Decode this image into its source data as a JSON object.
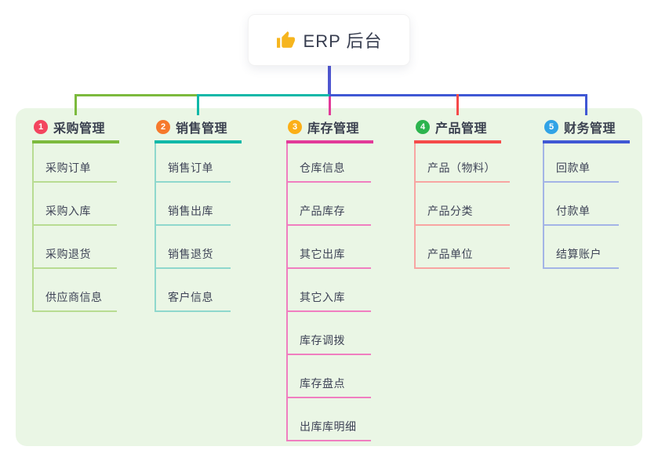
{
  "root": {
    "title": "ERP 后台",
    "icon": "thumbs-up-icon"
  },
  "branches": [
    {
      "index": "1",
      "label": "采购管理",
      "color": "#7cba3d",
      "light": "#b8dc92",
      "badge_color": "#f3455f",
      "children": [
        "采购订单",
        "采购入库",
        "采购退货",
        "供应商信息"
      ]
    },
    {
      "index": "2",
      "label": "销售管理",
      "color": "#10b8a8",
      "light": "#8fd8cd",
      "badge_color": "#f6792b",
      "children": [
        "销售订单",
        "销售出库",
        "销售退货",
        "客户信息"
      ]
    },
    {
      "index": "3",
      "label": "库存管理",
      "color": "#e23a99",
      "light": "#f07ec0",
      "badge_color": "#fbaf17",
      "children": [
        "仓库信息",
        "产品库存",
        "其它出库",
        "其它入库",
        "库存调拨",
        "库存盘点",
        "出库库明细"
      ]
    },
    {
      "index": "4",
      "label": "产品管理",
      "color": "#f54a4a",
      "light": "#f8a5a2",
      "badge_color": "#2cb44e",
      "children": [
        "产品（物料）",
        "产品分类",
        "产品单位"
      ]
    },
    {
      "index": "5",
      "label": "财务管理",
      "color": "#4058d4",
      "light": "#a3b4e6",
      "badge_color": "#31a3e6",
      "children": [
        "回款单",
        "付款单",
        "结算账户"
      ]
    }
  ],
  "colors": {
    "panel_background": "#eaf6e5",
    "root_connector": "#4f56d0",
    "root_title_text": "#373d4f",
    "node_text": "#3b4150",
    "child_text": "#3f4457",
    "thumb_icon": "#f6b51e"
  }
}
